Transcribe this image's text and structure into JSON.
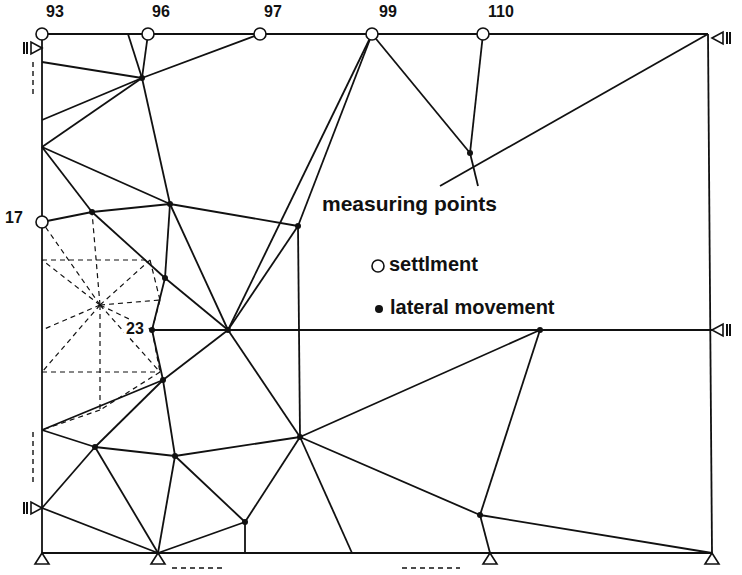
{
  "diagram": {
    "labels": [
      "93",
      "96",
      "97",
      "99",
      "110",
      "17",
      "23",
      "measuring points"
    ],
    "legend": [
      {
        "text": "settlment"
      },
      {
        "text": "lateral movement"
      }
    ]
  }
}
